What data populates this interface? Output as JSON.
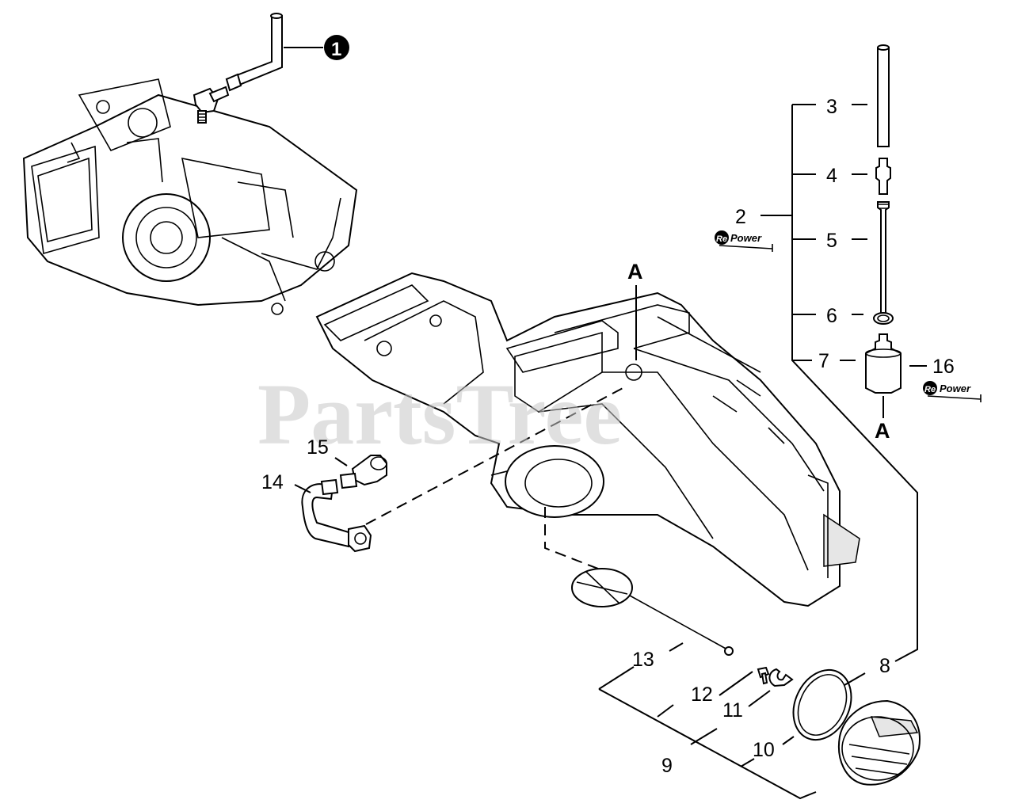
{
  "watermark": "PartsTree",
  "repower_badge": {
    "icon_text": "Re",
    "text": "Power"
  },
  "reference_marks": {
    "top": "A",
    "bottom": "A"
  },
  "callouts": {
    "c1": "1",
    "c2": "2",
    "c3": "3",
    "c4": "4",
    "c5": "5",
    "c6": "6",
    "c7": "7",
    "c8": "8",
    "c9": "9",
    "c10": "10",
    "c11": "11",
    "c12": "12",
    "c13": "13",
    "c14": "14",
    "c15": "15",
    "c16": "16"
  }
}
